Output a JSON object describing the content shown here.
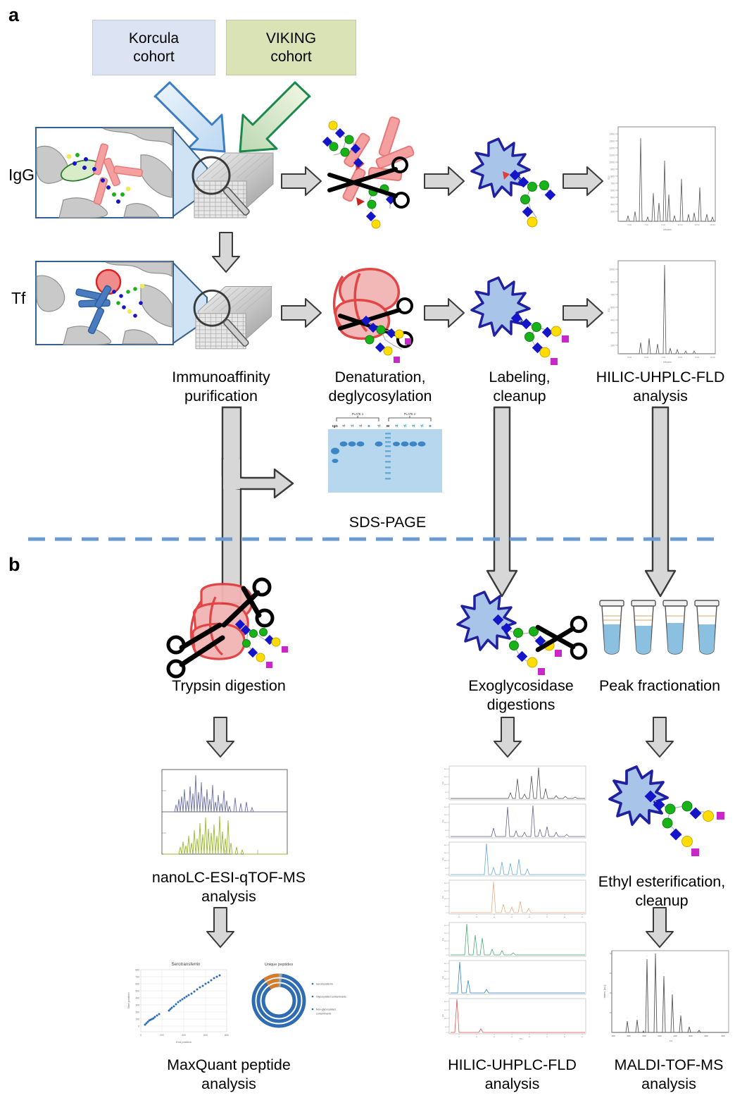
{
  "figure": {
    "panels": [
      {
        "id": "a",
        "letter": "a"
      },
      {
        "id": "b",
        "letter": "b"
      }
    ]
  },
  "cohorts": [
    {
      "name": "korcula",
      "label": "Korcula\ncohort",
      "fill": "#dce3f2",
      "arrow_stroke": "#3b7ec4",
      "arrow_fill": "#cfe0f3"
    },
    {
      "name": "viking",
      "label": "VIKING\ncohort",
      "fill": "#d9e3b6",
      "arrow_stroke": "#1a8a4a",
      "arrow_fill": "#dceac3"
    }
  ],
  "row_labels": [
    {
      "name": "igg",
      "label": "IgG"
    },
    {
      "name": "tf",
      "label": "Tf"
    }
  ],
  "panel_a_steps": [
    {
      "name": "immunoaffinity-purification",
      "label": "Immunoaffinity\npurification"
    },
    {
      "name": "denaturation-deglycosylation",
      "label": "Denaturation,\ndeglycosylation"
    },
    {
      "name": "labeling-cleanup",
      "label": "Labeling,\ncleanup"
    },
    {
      "name": "hilic-uhplc-fld-analysis",
      "label": "HILIC-UHPLC-FLD\nanalysis"
    }
  ],
  "sds_page": {
    "caption": "SDS-PAGE",
    "plate_labels": [
      "PLATE 1",
      "PLATE 2"
    ],
    "lane_labels": [
      "IgG",
      "Tf",
      "Tf",
      "Tf",
      "B",
      "Tf",
      "M",
      "Tf",
      "Tf",
      "Tf",
      "Tf",
      "B"
    ]
  },
  "panel_b_steps": [
    {
      "name": "trypsin-digestion",
      "label": "Trypsin digestion"
    },
    {
      "name": "nanolc-esi-qtof-ms-analysis",
      "label": "nanoLC-ESI-qTOF-MS\nanalysis"
    },
    {
      "name": "maxquant-peptide-analysis",
      "label": "MaxQuant peptide\nanalysis"
    },
    {
      "name": "exoglycosidase-digestions",
      "label": "Exoglycosidase\ndigestions"
    },
    {
      "name": "hilic-uhplc-fld-analysis-b",
      "label": "HILIC-UHPLC-FLD\nanalysis"
    },
    {
      "name": "peak-fractionation",
      "label": "Peak fractionation"
    },
    {
      "name": "ethyl-esterification-cleanup",
      "label": "Ethyl esterification,\ncleanup"
    },
    {
      "name": "maldi-tof-ms-analysis",
      "label": "MALDI-TOF-MS\nanalysis"
    }
  ],
  "maxquant_chart": {
    "scatter_title": "Serotransferrin",
    "scatter_xlabel": "End position",
    "scatter_ylabel": "Start position",
    "scatter_xticks": [
      "0",
      "200",
      "400",
      "600",
      "800"
    ],
    "scatter_yticks": [
      "0",
      "100",
      "200",
      "300",
      "400",
      "500",
      "600",
      "700",
      "800"
    ],
    "donut_title": "Unique peptides",
    "donut_legend": [
      {
        "label": "Serotransferrin",
        "color": "#2e6db4"
      },
      {
        "label": "Glycosylated contaminants",
        "color": "#d97a25"
      },
      {
        "label": "Non-glycosylated contaminants",
        "color": "#a5a5a5"
      }
    ]
  },
  "chart_data": [
    {
      "name": "igg-hilic-uhplc-fld",
      "type": "line",
      "title": "",
      "xlabel": "Time",
      "ylabel": "EU",
      "x": [
        2,
        6,
        10,
        13,
        16,
        19,
        22,
        25,
        28,
        31,
        34,
        37,
        40,
        43,
        46,
        49,
        52,
        55,
        58,
        61,
        64,
        67,
        70,
        73,
        76,
        79,
        82,
        85,
        88,
        91,
        94,
        97
      ],
      "values": [
        1,
        1,
        1,
        14,
        2,
        1,
        100,
        2,
        1,
        8,
        2,
        28,
        60,
        2,
        18,
        2,
        1,
        5,
        2,
        1,
        31,
        2,
        4,
        2,
        2,
        1,
        27,
        2,
        1,
        3,
        5,
        1
      ],
      "ylim": [
        0,
        105
      ]
    },
    {
      "name": "tf-hilic-uhplc-fld",
      "type": "line",
      "title": "",
      "xlabel": "Time",
      "ylabel": "EU",
      "x": [
        2,
        8,
        14,
        20,
        26,
        32,
        38,
        44,
        50,
        56,
        62,
        68,
        74,
        80,
        86,
        92,
        98
      ],
      "values": [
        1,
        1,
        1,
        2,
        10,
        2,
        9,
        3,
        100,
        5,
        4,
        2,
        2,
        1,
        1,
        1,
        1
      ],
      "ylim": [
        0,
        105
      ]
    },
    {
      "name": "nanolc-esi-qtof-ms-base-peak",
      "type": "line",
      "title": "",
      "series": [
        {
          "name": "trace-1",
          "color": "#6b6fa8"
        },
        {
          "name": "trace-2",
          "color": "#9aba2a"
        }
      ],
      "xlabel": "Time",
      "ylabel": "Intensity"
    },
    {
      "name": "maxquant-serotransferrin-coverage",
      "type": "scatter",
      "title": "Serotransferrin",
      "xlabel": "End position",
      "ylabel": "Start position",
      "xlim": [
        0,
        800
      ],
      "ylim": [
        0,
        800
      ],
      "x": [
        40,
        55,
        70,
        85,
        100,
        115,
        130,
        150,
        230,
        250,
        270,
        300,
        320,
        350,
        380,
        400,
        430,
        460,
        490,
        520,
        550,
        580,
        610,
        640,
        670,
        690
      ],
      "y": [
        30,
        50,
        65,
        80,
        95,
        110,
        125,
        140,
        215,
        235,
        255,
        285,
        305,
        335,
        365,
        385,
        415,
        445,
        475,
        505,
        535,
        565,
        595,
        625,
        655,
        675
      ]
    },
    {
      "name": "maxquant-unique-peptides",
      "type": "pie",
      "title": "Unique peptides",
      "labels": [
        "Serotransferrin",
        "Glycosylated contaminants",
        "Non-glycosylated contaminants"
      ],
      "values": [
        88,
        8,
        4
      ],
      "colors": [
        "#2e6db4",
        "#d97a25",
        "#a5a5a5"
      ]
    },
    {
      "name": "exoglycosidase-hilic-stack",
      "type": "line",
      "title": "",
      "xlabel": "Time",
      "ylabel": "EU",
      "panels": [
        {
          "name": "panel-1",
          "color": "#4a4a4a",
          "peaks": [
            [
              50,
              18
            ],
            [
              54,
              45
            ],
            [
              58,
              5
            ],
            [
              62,
              62
            ],
            [
              66,
              100
            ],
            [
              70,
              28
            ],
            [
              78,
              6
            ],
            [
              84,
              5
            ],
            [
              90,
              4
            ]
          ]
        },
        {
          "name": "panel-2",
          "color": "#5b5b8c",
          "peaks": [
            [
              38,
              16
            ],
            [
              52,
              88
            ],
            [
              58,
              10
            ],
            [
              62,
              8
            ],
            [
              66,
              100
            ],
            [
              70,
              22
            ],
            [
              74,
              12
            ],
            [
              82,
              8
            ]
          ]
        },
        {
          "name": "panel-3",
          "color": "#5ba7d6",
          "peaks": [
            [
              30,
              100
            ],
            [
              36,
              22
            ],
            [
              42,
              20
            ],
            [
              48,
              26
            ],
            [
              54,
              14
            ],
            [
              60,
              8
            ]
          ]
        },
        {
          "name": "panel-4",
          "color": "#e8a87c",
          "peaks": [
            [
              34,
              100
            ],
            [
              40,
              24
            ],
            [
              46,
              14
            ],
            [
              52,
              26
            ],
            [
              58,
              10
            ],
            [
              62,
              8
            ]
          ]
        },
        {
          "name": "panel-5",
          "color": "#3fa868",
          "peaks": [
            [
              12,
              100
            ],
            [
              18,
              58
            ],
            [
              22,
              50
            ],
            [
              28,
              10
            ],
            [
              34,
              9
            ],
            [
              40,
              7
            ]
          ]
        },
        {
          "name": "panel-6",
          "color": "#2a7fb8",
          "peaks": [
            [
              8,
              100
            ],
            [
              13,
              30
            ],
            [
              26,
              8
            ]
          ]
        },
        {
          "name": "panel-7",
          "color": "#d94a4a",
          "peaks": [
            [
              6,
              100
            ],
            [
              22,
              8
            ]
          ]
        }
      ]
    },
    {
      "name": "maldi-tof-ms-spectrum",
      "type": "line",
      "title": "",
      "xlabel": "m/z",
      "ylabel": "Intens.",
      "x": [
        10,
        18,
        30,
        38,
        46,
        54,
        62,
        70,
        80,
        90
      ],
      "values": [
        10,
        11,
        88,
        100,
        62,
        37,
        16,
        6,
        2,
        2
      ],
      "ylim": [
        0,
        105
      ]
    }
  ],
  "icons": {
    "plate": "microplate-icon",
    "magnifier": "magnifier-icon",
    "scissors": "scissors-icon",
    "label_star": "fluorescent-label-icon",
    "tubes": "eppendorf-tubes-icon",
    "arrow_right": "arrow-right-icon",
    "arrow_down": "arrow-down-icon"
  },
  "colors": {
    "arrow_fill": "#d7d7d7",
    "arrow_stroke": "#3a3a3a",
    "divider": "#6c9bd2",
    "glycan_green": "#19b219",
    "glycan_blue": "#1414c8",
    "glycan_yellow": "#ffdd00",
    "glycan_purple": "#c828c8",
    "glycan_red": "#cc2222",
    "igg_red": "#f08080",
    "tf_red": "#e03c3c",
    "star_fill": "#a8c4e8",
    "star_stroke": "#2020a0"
  }
}
